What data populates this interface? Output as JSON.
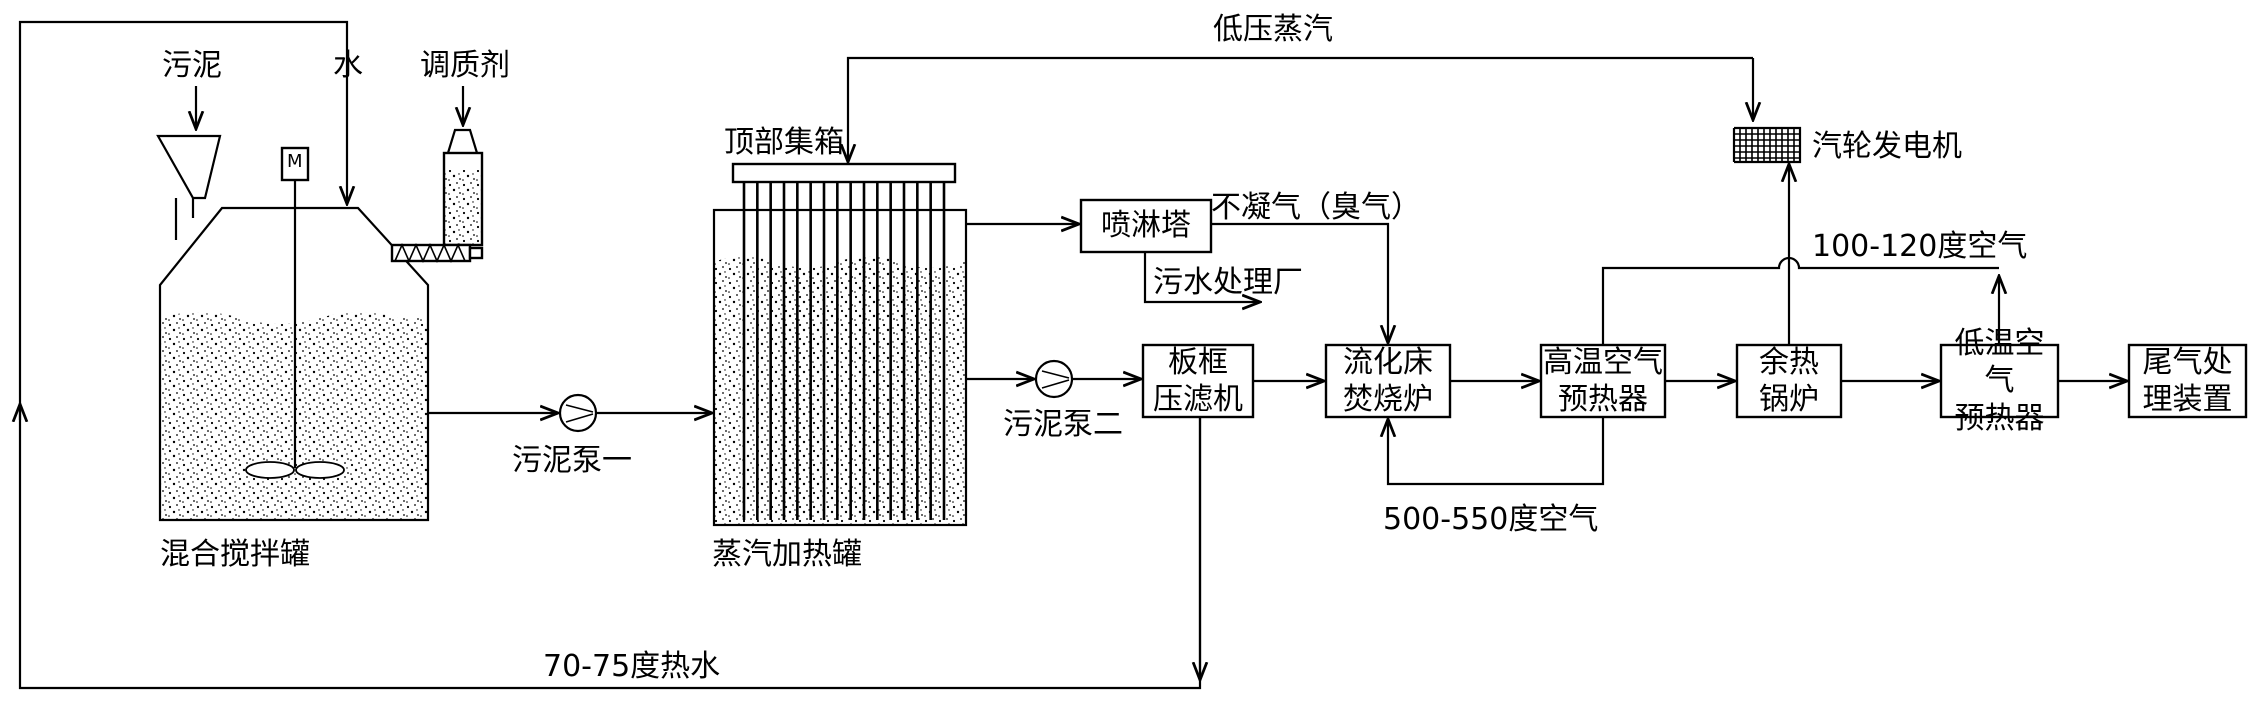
{
  "labels": {
    "sludge": "污泥",
    "water": "水",
    "conditioner": "调质剂",
    "mixing_tank": "混合搅拌罐",
    "motor": "M",
    "sludge_pump_1": "污泥泵一",
    "top_header": "顶部集箱",
    "steam_heating_tank": "蒸汽加热罐",
    "low_pressure_steam": "低压蒸汽",
    "spray_tower": "喷淋塔",
    "noncondensable_gas": "不凝气（臭气）",
    "wastewater_plant": "污水处理厂",
    "sludge_pump_2": "污泥泵二",
    "turbine_generator": "汽轮发电机",
    "air_100_120": "100-120度空气",
    "air_500_550": "500-550度空气",
    "hot_water": "70-75度热水"
  },
  "boxes": {
    "plate_frame_filter": [
      "板框",
      "压滤机"
    ],
    "fluidized_bed_incinerator": [
      "流化床",
      "焚烧炉"
    ],
    "high_temp_air_preheater": [
      "高温空气",
      "预热器"
    ],
    "waste_heat_boiler": [
      "余热",
      "锅炉"
    ],
    "low_temp_air_preheater": [
      "低温空气",
      "预热器"
    ],
    "tail_gas_treatment": [
      "尾气处",
      "理装置"
    ]
  }
}
